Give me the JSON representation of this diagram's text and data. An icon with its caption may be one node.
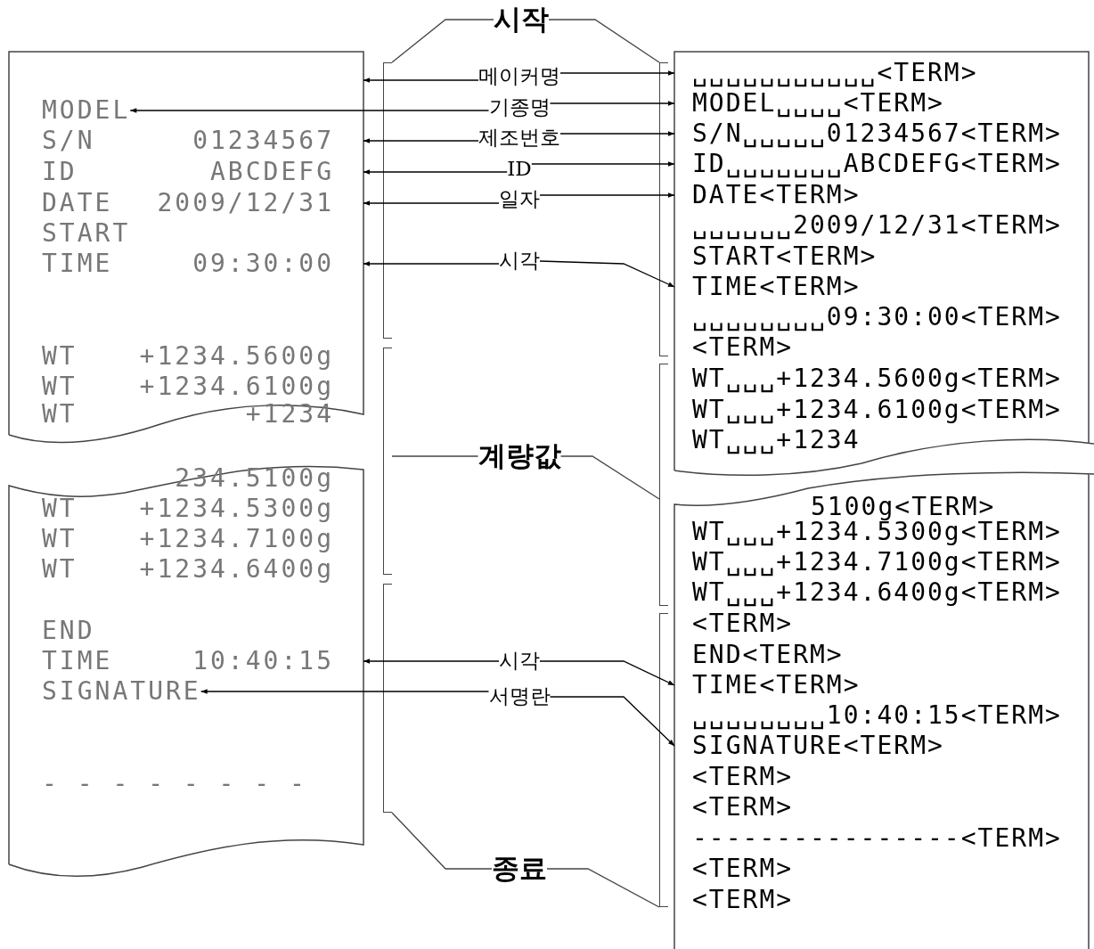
{
  "diagram": {
    "nodes": [
      {
        "text": [
          "시작"
        ]
      },
      {
        "text": [
          "메이커명"
        ]
      },
      {
        "text": [
          "기종명"
        ]
      },
      {
        "text": [
          "제조번호"
        ]
      },
      {
        "text": [
          "ID"
        ]
      },
      {
        "text": [
          "일자"
        ]
      },
      {
        "text": [
          "시각"
        ]
      },
      {
        "text": [
          "계량값"
        ]
      },
      {
        "text": [
          "시각"
        ]
      },
      {
        "text": [
          "서명란"
        ]
      },
      {
        "text": [
          "종료"
        ]
      },
      {
        "text": [],
        "shape": "paper"
      },
      {
        "text": [
          "MODEL"
        ],
        "in": 11
      },
      {
        "text": [
          "S/N",
          "01234567"
        ],
        "in": 11
      },
      {
        "text": [
          "ID",
          "ABCDEFG"
        ],
        "in": 11
      },
      {
        "text": [
          "DATE",
          "2009/12/31"
        ],
        "in": 11
      },
      {
        "text": [
          "START"
        ],
        "in": 11
      },
      {
        "text": [
          "TIME",
          "09:30:00"
        ],
        "in": 11
      },
      {
        "text": [
          "WT",
          "+1234.5600g"
        ],
        "in": 11
      },
      {
        "text": [
          "WT",
          "+1234.6100g"
        ],
        "in": 11
      },
      {
        "text": [
          "WT",
          "+1234"
        ],
        "in": 11
      },
      {
        "text": [],
        "shape": "paper"
      },
      {
        "text": [
          "234.5100g"
        ],
        "in": 21
      },
      {
        "text": [
          "WT",
          "+1234.5300g"
        ],
        "in": 21
      },
      {
        "text": [
          "WT",
          "+1234.7100g"
        ],
        "in": 21
      },
      {
        "text": [
          "WT",
          "+1234.6400g"
        ],
        "in": 21
      },
      {
        "text": [
          "END"
        ],
        "in": 21
      },
      {
        "text": [
          "TIME",
          "10:40:15"
        ],
        "in": 21
      },
      {
        "text": [
          "SIGNATURE"
        ],
        "in": 21
      },
      {
        "text": [
          "- - - - - - - -"
        ],
        "in": 21
      },
      {
        "text": [],
        "shape": "paper"
      },
      {
        "text": [
          "␣␣␣␣␣␣␣␣␣␣␣<TERM>"
        ],
        "in": 30
      },
      {
        "text": [
          "MODEL␣␣␣␣<TERM>"
        ],
        "in": 30
      },
      {
        "text": [
          "S/N␣␣␣␣␣01234567<TERM>"
        ],
        "in": 30
      },
      {
        "text": [
          "ID␣␣␣␣␣␣␣ABCDEFG<TERM>"
        ],
        "in": 30
      },
      {
        "text": [
          "DATE<TERM>"
        ],
        "in": 30
      },
      {
        "text": [
          "␣␣␣␣␣␣2009/12/31<TERM>"
        ],
        "in": 30
      },
      {
        "text": [
          "START<TERM>"
        ],
        "in": 30
      },
      {
        "text": [
          "TIME<TERM>"
        ],
        "in": 30
      },
      {
        "text": [
          "␣␣␣␣␣␣␣␣09:30:00<TERM>"
        ],
        "in": 30
      },
      {
        "text": [
          "<TERM>"
        ],
        "in": 30
      },
      {
        "text": [
          "WT␣␣␣+1234.5600g<TERM>"
        ],
        "in": 30
      },
      {
        "text": [
          "WT␣␣␣+1234.6100g<TERM>"
        ],
        "in": 30
      },
      {
        "text": [
          "WT␣␣␣+1234"
        ],
        "in": 30
      },
      {
        "text": [],
        "shape": "paper"
      },
      {
        "text": [
          "5100g<TERM>"
        ],
        "in": 44
      },
      {
        "text": [
          "WT␣␣␣+1234.5300g<TERM>"
        ],
        "in": 44
      },
      {
        "text": [
          "WT␣␣␣+1234.7100g<TERM>"
        ],
        "in": 44
      },
      {
        "text": [
          "WT␣␣␣+1234.6400g<TERM>"
        ],
        "in": 44
      },
      {
        "text": [
          "<TERM>"
        ],
        "in": 44
      },
      {
        "text": [
          "END<TERM>"
        ],
        "in": 44
      },
      {
        "text": [
          "TIME<TERM>"
        ],
        "in": 44
      },
      {
        "text": [
          "␣␣␣␣␣␣␣␣10:40:15<TERM>"
        ],
        "in": 44
      },
      {
        "text": [
          "SIGNATURE<TERM>"
        ],
        "in": 44
      },
      {
        "text": [
          "<TERM>"
        ],
        "in": 44
      },
      {
        "text": [
          "<TERM>"
        ],
        "in": 44
      },
      {
        "text": [
          "----------------<TERM>"
        ],
        "in": 44
      },
      {
        "text": [
          "<TERM>"
        ],
        "in": 44
      },
      {
        "text": [
          "<TERM>"
        ],
        "in": 44
      },
      {
        "text": [],
        "shape": "bracket"
      },
      {
        "text": [],
        "shape": "bracket"
      },
      {
        "text": [],
        "shape": "bracket"
      },
      {
        "text": [],
        "shape": "bracket"
      },
      {
        "text": [],
        "shape": "bracket"
      },
      {
        "text": [],
        "shape": "bracket"
      }
    ],
    "edges": [
      {
        "from": 0,
        "to": 59,
        "arrow": "none"
      },
      {
        "from": 0,
        "to": 62,
        "arrow": "none"
      },
      {
        "from": 1,
        "to": 11,
        "arrow": "to"
      },
      {
        "from": 1,
        "to": 31,
        "arrow": "to"
      },
      {
        "from": 2,
        "to": 12,
        "arrow": "to"
      },
      {
        "from": 2,
        "to": 32,
        "arrow": "to"
      },
      {
        "from": 3,
        "to": 13,
        "arrow": "to"
      },
      {
        "from": 3,
        "to": 33,
        "arrow": "to"
      },
      {
        "from": 4,
        "to": 14,
        "arrow": "to"
      },
      {
        "from": 4,
        "to": 34,
        "arrow": "to"
      },
      {
        "from": 5,
        "to": 15,
        "arrow": "to"
      },
      {
        "from": 5,
        "to": 35,
        "arrow": "to"
      },
      {
        "from": 6,
        "to": 17,
        "arrow": "to"
      },
      {
        "from": 6,
        "to": 38,
        "arrow": "to"
      },
      {
        "from": 7,
        "to": 60,
        "arrow": "none"
      },
      {
        "from": 7,
        "to": 63,
        "arrow": "none"
      },
      {
        "from": 8,
        "to": 27,
        "arrow": "to"
      },
      {
        "from": 8,
        "to": 51,
        "arrow": "to"
      },
      {
        "from": 9,
        "to": 28,
        "arrow": "to"
      },
      {
        "from": 9,
        "to": 53,
        "arrow": "to"
      },
      {
        "from": 10,
        "to": 61,
        "arrow": "none"
      },
      {
        "from": 10,
        "to": 64,
        "arrow": "none"
      }
    ]
  }
}
